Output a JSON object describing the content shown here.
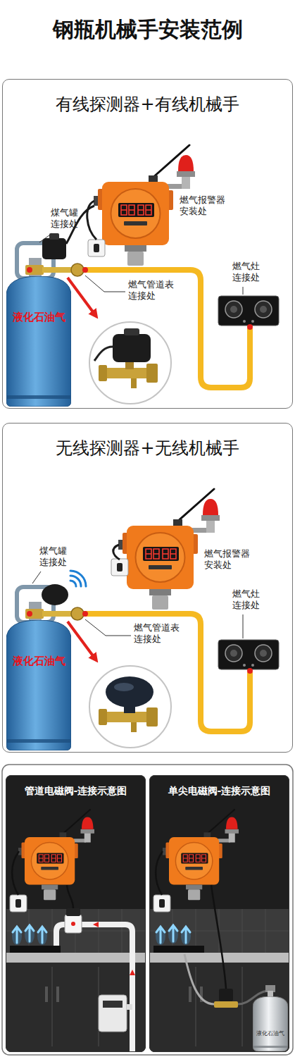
{
  "diagram": {
    "title": "钢瓶机械手安装范例",
    "nodes": [
      {
        "text": [
          "有线探测器+有线机械手"
        ]
      },
      {
        "text": [
          "液化石油气"
        ],
        "in": 0
      },
      {
        "text": [
          "无线探测器+无线机械手"
        ]
      },
      {
        "text": [
          "液化石油气"
        ],
        "in": 2
      },
      {
        "text": [
          "管道电磁阀-连接示意图"
        ]
      },
      {
        "text": [
          "单尖电磁阀-连接示意图"
        ]
      },
      {
        "text": [
          "液化石油气"
        ],
        "in": 5
      }
    ],
    "labels": [
      "煤气罐 连接处",
      "燃气报警器 安装处",
      "燃气灶 连接处",
      "燃气管道表 连接处",
      "煤气罐 连接处",
      "燃气报警器 安装处",
      "燃气灶 连接处",
      "燃气管道表 连接处"
    ]
  }
}
